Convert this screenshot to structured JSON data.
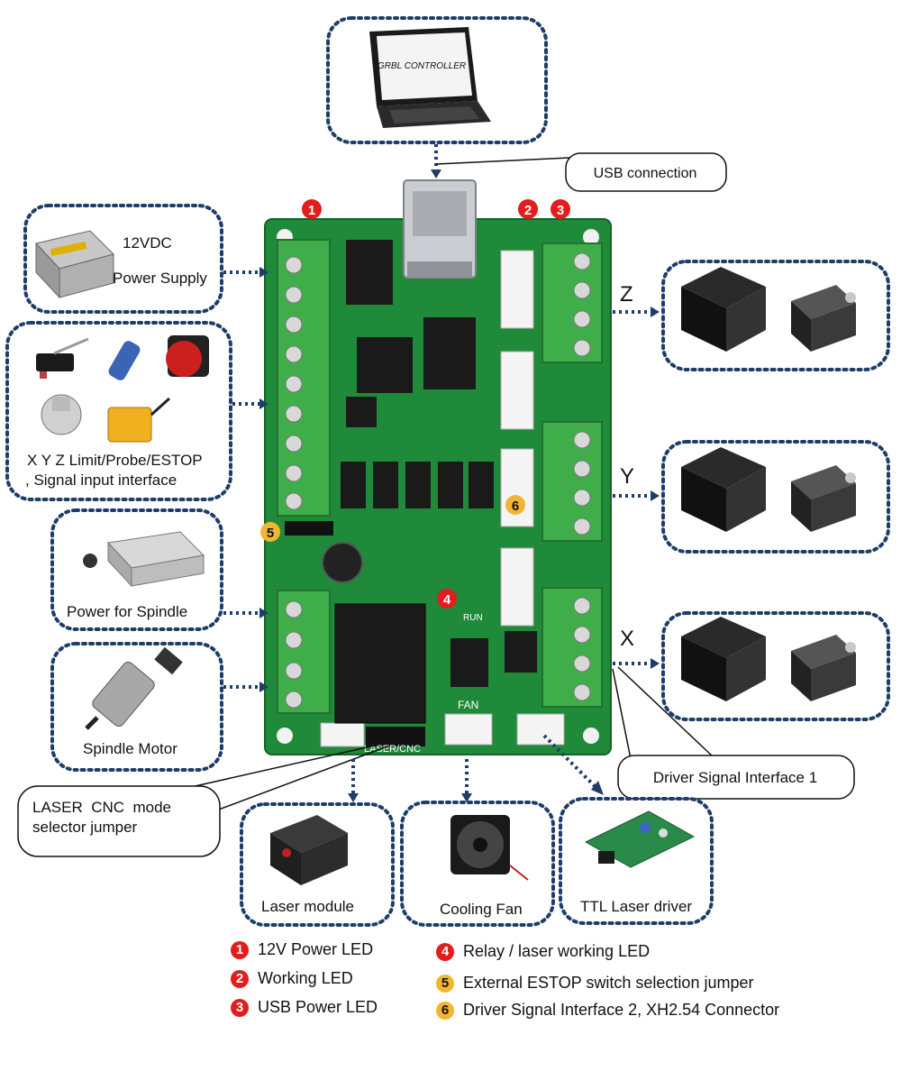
{
  "computer": {
    "screen_text": "GRBL CONTROLLER"
  },
  "callouts": {
    "usb": "USB connection",
    "driver_signal": "Driver Signal Interface 1",
    "laser_cnc_line1": "LASER  CNC  mode",
    "laser_cnc_line2": "selector jumper"
  },
  "devices": {
    "power_supply_line1": "12VDC",
    "power_supply_line2": "Power Supply",
    "limit_line1": "X Y Z Limit/Probe/ESTOP",
    "limit_line2": ", Signal input interface",
    "spindle_power": "Power for Spindle",
    "spindle_motor": "Spindle Motor",
    "laser_module": "Laser module",
    "cooling_fan": "Cooling Fan",
    "ttl_driver": "TTL Laser driver"
  },
  "axes": {
    "z": "Z",
    "y": "Y",
    "x": "X"
  },
  "board_labels": {
    "fan": "FAN",
    "laser_cnc": "LASER/CNC",
    "run": "RUN"
  },
  "badges": {
    "b1": "1",
    "b2": "2",
    "b3": "3",
    "b4": "4",
    "b5": "5",
    "b6": "6"
  },
  "legend": [
    {
      "num": "1",
      "text": "12V Power LED",
      "color": "red"
    },
    {
      "num": "2",
      "text": "Working LED",
      "color": "red"
    },
    {
      "num": "3",
      "text": "USB Power LED",
      "color": "red"
    },
    {
      "num": "4",
      "text": "Relay / laser working LED",
      "color": "red"
    },
    {
      "num": "5",
      "text": "External ESTOP switch selection jumper",
      "color": "yellow"
    },
    {
      "num": "6",
      "text": "Driver Signal Interface 2, XH2.54 Connector",
      "color": "yellow"
    }
  ],
  "colors": {
    "pcb": "#1f8a3a",
    "terminal": "#3fae4a",
    "dashed": "#1e3d6b",
    "badge_red": "#e31c1c",
    "badge_yellow": "#f2b531"
  }
}
